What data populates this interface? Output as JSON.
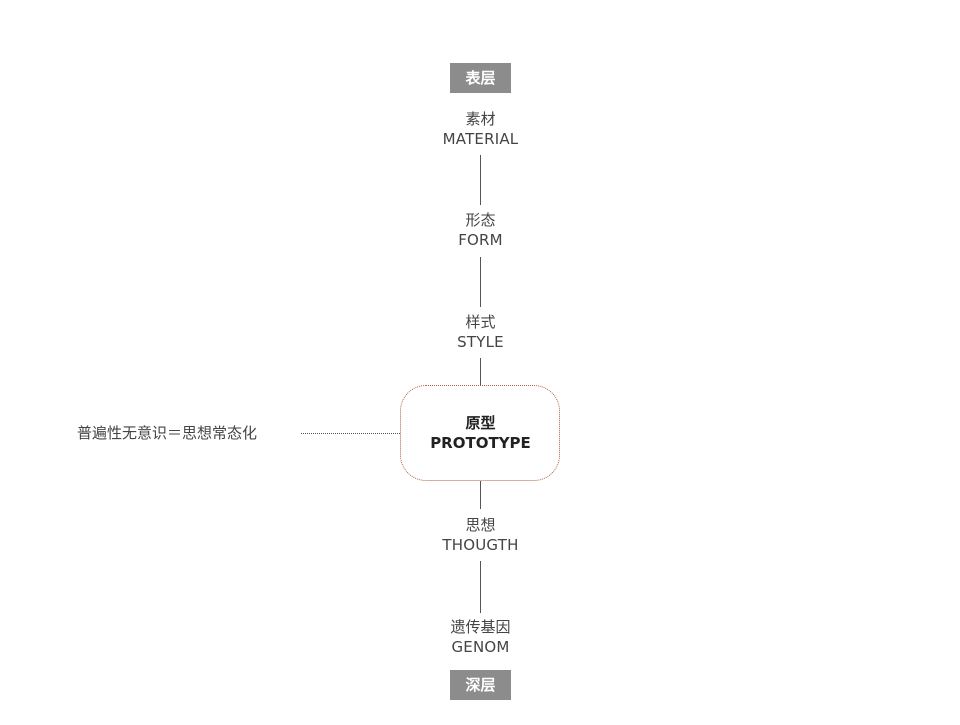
{
  "top_label": "表层",
  "bottom_label": "深层",
  "nodes": [
    {
      "zh": "素材",
      "en": "MATERIAL"
    },
    {
      "zh": "形态",
      "en": "FORM"
    },
    {
      "zh": "样式",
      "en": "STYLE"
    },
    {
      "zh": "原型",
      "en": "PROTOTYPE"
    },
    {
      "zh": "思想",
      "en": "THOUGTH"
    },
    {
      "zh": "遗传基因",
      "en": "GENOM"
    }
  ],
  "side_note": "普遍性无意识＝思想常态化",
  "colors": {
    "label_box": "#8c8c8c",
    "prototype_border": "#b06040",
    "line": "#555555"
  }
}
